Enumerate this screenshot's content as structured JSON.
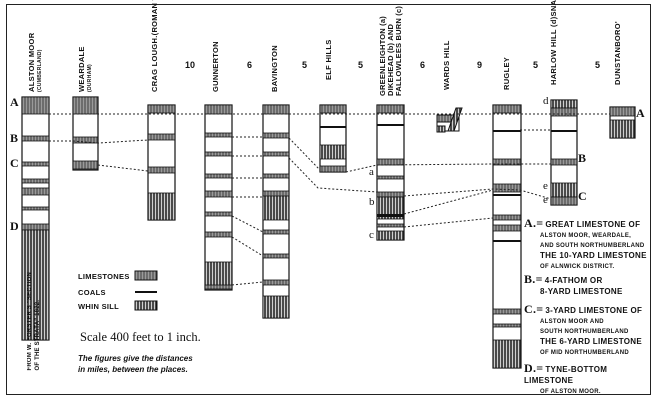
{
  "columns": [
    {
      "name": "ALSTON MOOR",
      "sub": "(CUMBERLAND)"
    },
    {
      "name": "WEARDALE",
      "sub": "(DURHAM)"
    },
    {
      "name": "CRAG LOUGH.",
      "sub": "(ROMAN WALL)"
    },
    {
      "name": "GUNNERTON",
      "sub": ""
    },
    {
      "name": "BAVINGTON",
      "sub": ""
    },
    {
      "name": "ELF HILLS",
      "sub": ""
    },
    {
      "name": "GREENLEIGHTON (a)",
      "sub2": "DIKEHEAD (b) AND",
      "sub3": "FALLOWLEES BURN (c)"
    },
    {
      "name": "WARDS HILL",
      "sub": ""
    },
    {
      "name": "RUGLEY",
      "sub": ""
    },
    {
      "name": "HARLOW HILL (d)",
      "sub": "SNAB LEAZES (e)"
    },
    {
      "name": "DUNSTANBORO'",
      "sub": ""
    }
  ],
  "distances": [
    "10",
    "6",
    "5",
    "5",
    "6",
    "9",
    "5",
    "5"
  ],
  "bed_letters": {
    "A": "A",
    "B": "B",
    "C": "C",
    "D": "D",
    "a": "a",
    "b": "b",
    "c": "c",
    "d": "d",
    "e": "e"
  },
  "legend": {
    "limestones": "LIMESTONES",
    "coals": "COALS",
    "whin_sill": "WHIN SILL"
  },
  "scale": "Scale 400 feet to 1 inch.",
  "note_line1": "The figures give the distances",
  "note_line2": "in miles, between the places.",
  "source_line1": "FROM W. FORSTER'S \"SECTION",
  "source_line2": "OF THE STRATA\" 1822.",
  "key": {
    "A_label": "A.=",
    "A_text": [
      "GREAT LIMESTONE OF",
      "ALSTON MOOR, WEARDALE,",
      "AND SOUTH NORTHUMBERLAND",
      "THE 10-YARD LIMESTONE",
      "OF ALNWICK DISTRICT."
    ],
    "B_label": "B.=",
    "B_text": [
      "4-FATHOM OR",
      "8-YARD LIMESTONE"
    ],
    "C_label": "C.=",
    "C_text": [
      "3-YARD LIMESTONE OF",
      "ALSTON MOOR AND",
      "SOUTH NORTHUMBERLAND",
      "THE 6-YARD LIMESTONE",
      "OF MID NORTHUMBERLAND"
    ],
    "D_label": "D.=",
    "D_text": [
      "TYNE-BOTTOM LIMESTONE",
      "OF ALSTON MOOR."
    ]
  },
  "colors": {
    "ink": "#111111",
    "limestone": "#8a8a8a",
    "whin": "#2a2a2a"
  }
}
